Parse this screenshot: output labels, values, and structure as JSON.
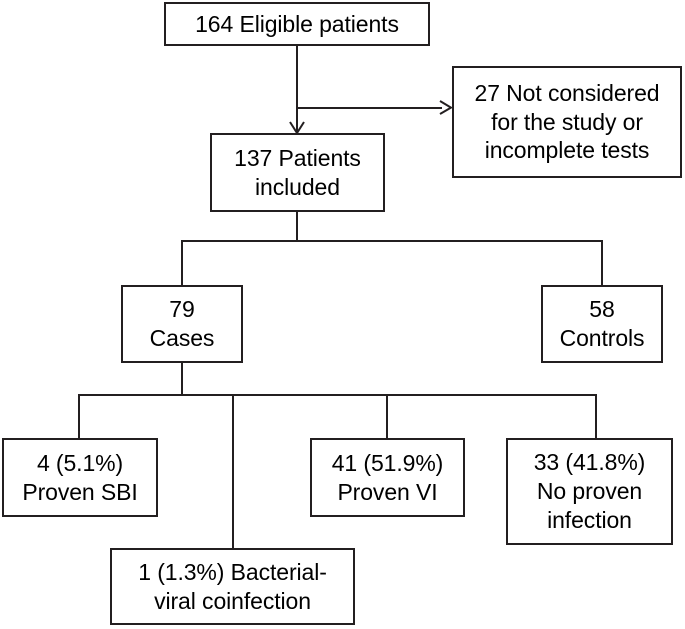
{
  "diagram": {
    "type": "flowchart",
    "title": "Patient enrollment flow",
    "colors": {
      "line": "#231f20",
      "background": "#ffffff",
      "text": "#000000"
    },
    "nodes": {
      "eligible": {
        "lines": [
          "164 Eligible patients"
        ],
        "count": 164
      },
      "excluded": {
        "lines": [
          "27 Not considered",
          "for the study or",
          "incomplete tests"
        ],
        "count": 27
      },
      "included": {
        "lines": [
          "137 Patients",
          "included"
        ],
        "count": 137
      },
      "cases": {
        "lines": [
          "79",
          "Cases"
        ],
        "count": 79
      },
      "controls": {
        "lines": [
          "58",
          "Controls"
        ],
        "count": 58
      },
      "proven_sbi": {
        "lines": [
          "4 (5.1%)",
          "Proven SBI"
        ],
        "count": 4,
        "percent": "5.1%"
      },
      "proven_vi": {
        "lines": [
          "41 (51.9%)",
          "Proven VI"
        ],
        "count": 41,
        "percent": "51.9%"
      },
      "no_proven_infection": {
        "lines": [
          "33  (41.8%)",
          "No proven",
          "infection"
        ],
        "count": 33,
        "percent": "41.8%"
      },
      "coinfection": {
        "lines": [
          "1 (1.3%) Bacterial-",
          "viral coinfection"
        ],
        "count": 1,
        "percent": "1.3%"
      }
    }
  }
}
